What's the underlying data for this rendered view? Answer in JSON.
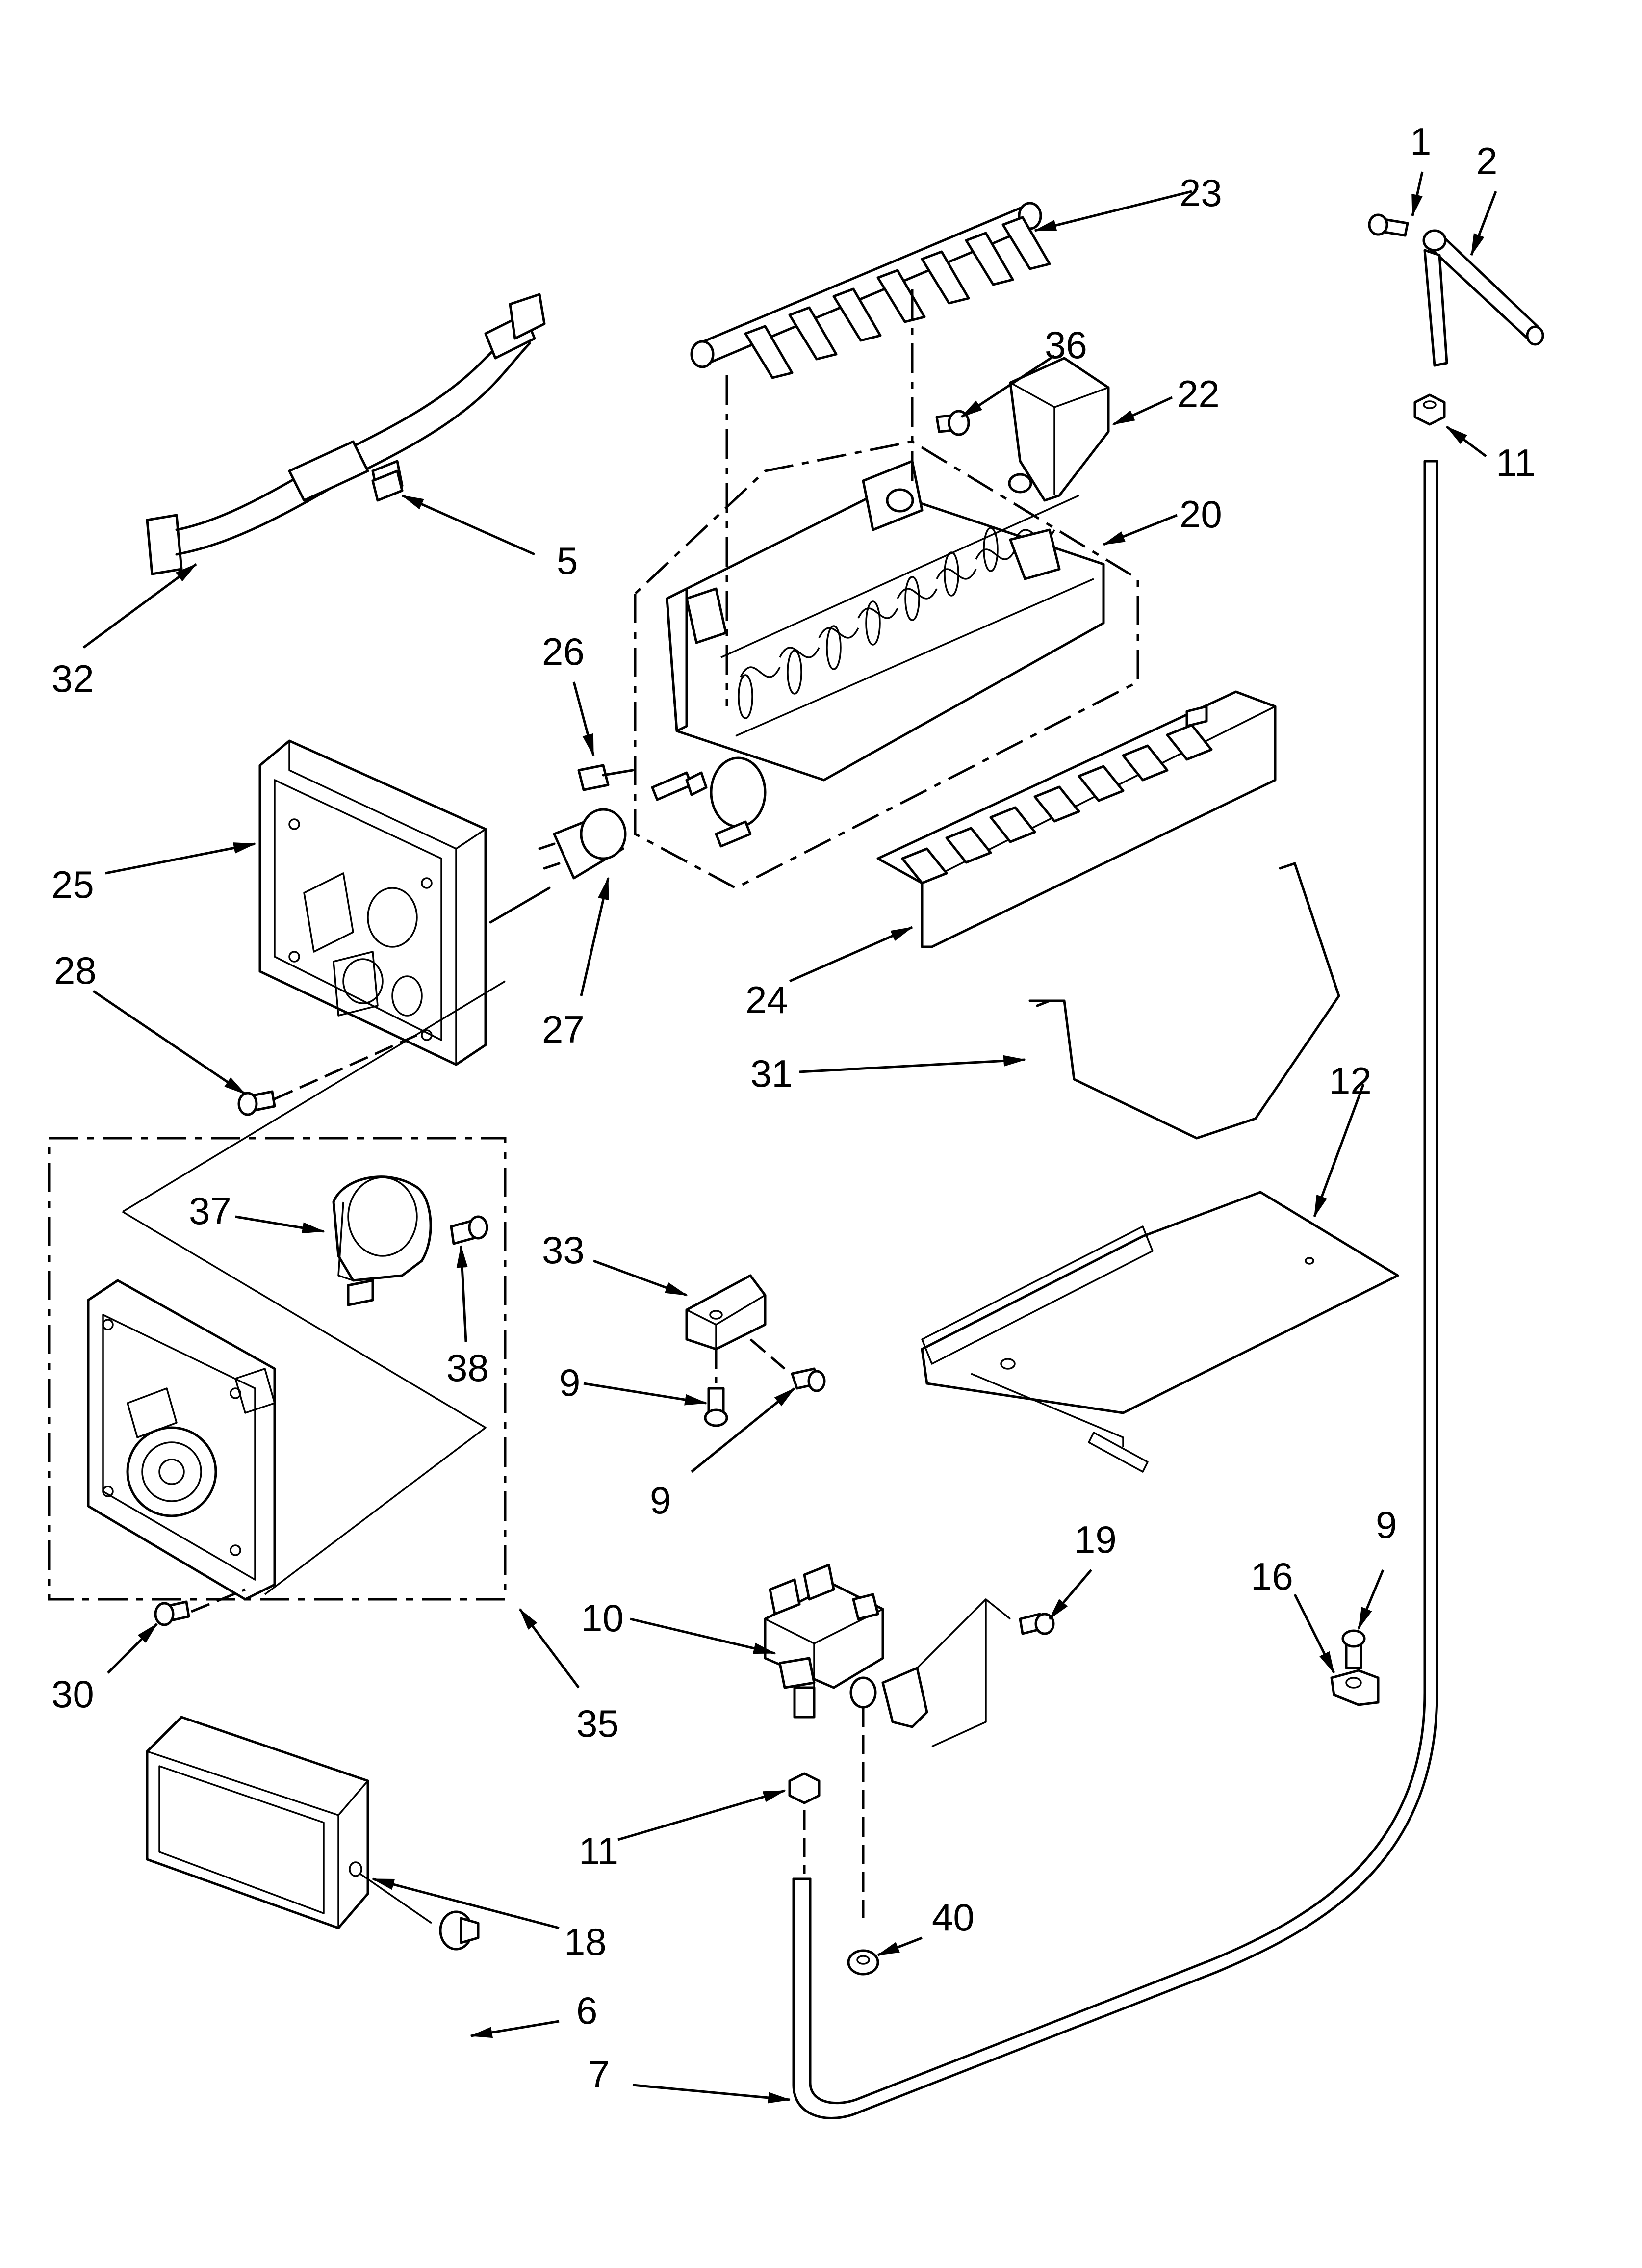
{
  "callouts": [
    {
      "id": "c1",
      "text": "1"
    },
    {
      "id": "c2",
      "text": "2"
    },
    {
      "id": "c5",
      "text": "5"
    },
    {
      "id": "c6",
      "text": "6"
    },
    {
      "id": "c7",
      "text": "7"
    },
    {
      "id": "c9a",
      "text": "9"
    },
    {
      "id": "c9b",
      "text": "9"
    },
    {
      "id": "c9c",
      "text": "9"
    },
    {
      "id": "c10",
      "text": "10"
    },
    {
      "id": "c11a",
      "text": "11"
    },
    {
      "id": "c11b",
      "text": "11"
    },
    {
      "id": "c12",
      "text": "12"
    },
    {
      "id": "c16",
      "text": "16"
    },
    {
      "id": "c18",
      "text": "18"
    },
    {
      "id": "c19",
      "text": "19"
    },
    {
      "id": "c20",
      "text": "20"
    },
    {
      "id": "c22",
      "text": "22"
    },
    {
      "id": "c23",
      "text": "23"
    },
    {
      "id": "c24",
      "text": "24"
    },
    {
      "id": "c25",
      "text": "25"
    },
    {
      "id": "c26",
      "text": "26"
    },
    {
      "id": "c27",
      "text": "27"
    },
    {
      "id": "c28",
      "text": "28"
    },
    {
      "id": "c30",
      "text": "30"
    },
    {
      "id": "c31",
      "text": "31"
    },
    {
      "id": "c32",
      "text": "32"
    },
    {
      "id": "c33",
      "text": "33"
    },
    {
      "id": "c35",
      "text": "35"
    },
    {
      "id": "c36",
      "text": "36"
    },
    {
      "id": "c37",
      "text": "37"
    },
    {
      "id": "c38",
      "text": "38"
    },
    {
      "id": "c40",
      "text": "40"
    }
  ]
}
